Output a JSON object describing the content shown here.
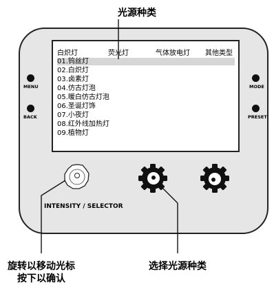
{
  "top_label": "光源种类",
  "tabs": [
    "白炽灯",
    "荧光灯",
    "气体放电灯",
    "其他类型"
  ],
  "list": [
    "01.钨丝灯",
    "02.白炽灯",
    "03.卤素灯",
    "04.仿古灯泡",
    "05.暖白仿古灯泡",
    "06.圣诞灯饰",
    "07.小夜灯",
    "08.红外线加热灯",
    "09.植物灯"
  ],
  "buttons": {
    "menu": "MENU",
    "back": "BACK",
    "mode": "MODE",
    "preset": "PRESET"
  },
  "knob_label": "INTENSITY / SELECTOR",
  "bottom_left_line1": "旋转以移动光标",
  "bottom_left_line2": "按下以确认",
  "bottom_right": "选择光源种类",
  "colors": {
    "panel": "#e6e6e6",
    "selected_row": "#d6d6d6",
    "outline": "#222222"
  }
}
